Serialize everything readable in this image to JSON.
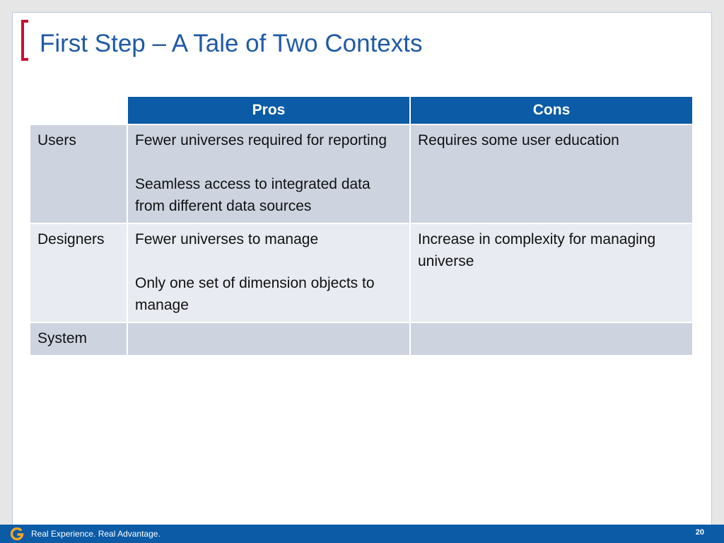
{
  "slide": {
    "title": "First Step – A Tale of Two Contexts"
  },
  "table": {
    "headers": [
      "Pros",
      "Cons"
    ],
    "rows": [
      {
        "label": "Users",
        "pros": [
          "Fewer universes required for reporting",
          "Seamless access to integrated data from different data sources"
        ],
        "cons": [
          "Requires some user education"
        ]
      },
      {
        "label": "Designers",
        "pros": [
          "Fewer universes to manage",
          "Only one set of dimension objects to manage"
        ],
        "cons": [
          "Increase in complexity for managing universe"
        ]
      },
      {
        "label": "System",
        "pros": [],
        "cons": []
      }
    ]
  },
  "footer": {
    "tagline": "Real Experience. Real Advantage.",
    "page_number": "20",
    "logo_icon": "g-logo-icon"
  },
  "colors": {
    "accent_red": "#c8102e",
    "brand_blue": "#0b5ba6",
    "title_blue": "#1f5aa6",
    "logo_orange": "#f5a623"
  }
}
